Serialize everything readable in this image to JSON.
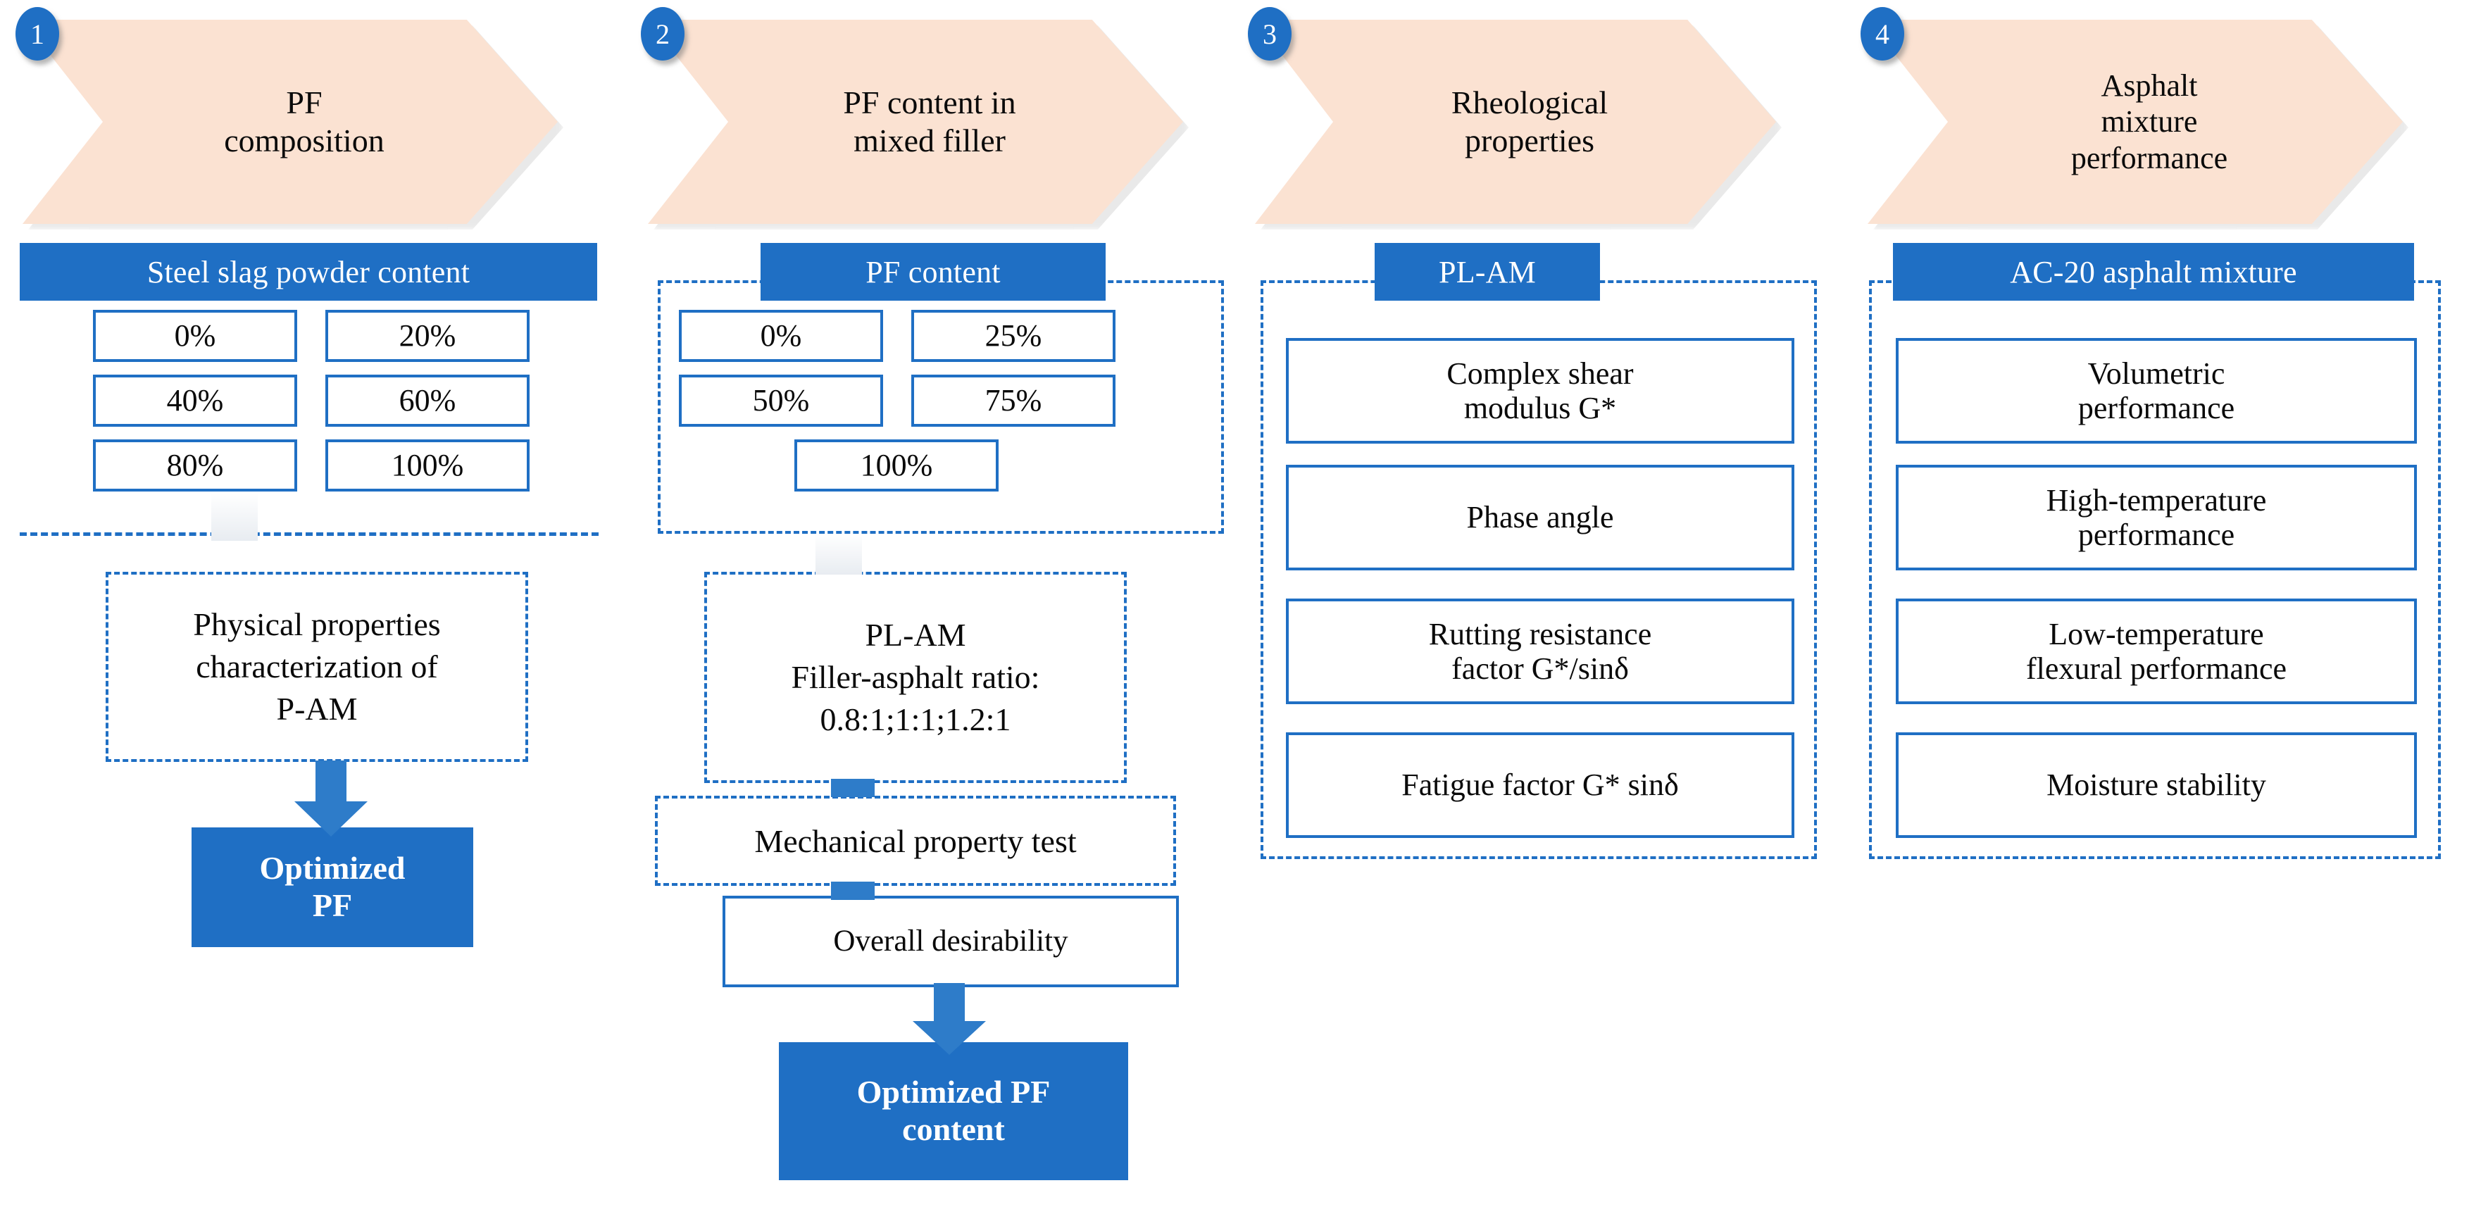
{
  "diagram": {
    "accent_blue": "#1F6FC4",
    "chevron_fill": "#FBE2D2",
    "box_border": "#1F6FC4"
  },
  "stages": [
    {
      "number": "1",
      "title": "PF\ncomposition",
      "header": "Steel slag powder content",
      "options": [
        "0%",
        "20%",
        "40%",
        "60%",
        "80%",
        "100%"
      ],
      "note": "Physical properties\ncharacterization of\nP-AM",
      "outcome": "Optimized\nPF"
    },
    {
      "number": "2",
      "title": "PF content in\nmixed filler",
      "header": "PF content",
      "options": [
        "0%",
        "25%",
        "50%",
        "75%",
        "100%"
      ],
      "note": "PL-AM\nFiller-asphalt ratio:\n0.8:1;1:1;1.2:1",
      "test": "Mechanical property test",
      "criterion": "Overall desirability",
      "outcome": "Optimized PF\ncontent"
    },
    {
      "number": "3",
      "title": "Rheological\nproperties",
      "header": "PL-AM",
      "items": [
        "Complex shear\nmodulus G*",
        "Phase angle",
        "Rutting resistance\nfactor G*/sinδ",
        "Fatigue factor G* sinδ"
      ]
    },
    {
      "number": "4",
      "title": "Asphalt\nmixture\nperformance",
      "header": "AC-20 asphalt mixture",
      "items": [
        "Volumetric\nperformance",
        "High-temperature\nperformance",
        "Low-temperature\nflexural performance",
        "Moisture stability"
      ]
    }
  ]
}
